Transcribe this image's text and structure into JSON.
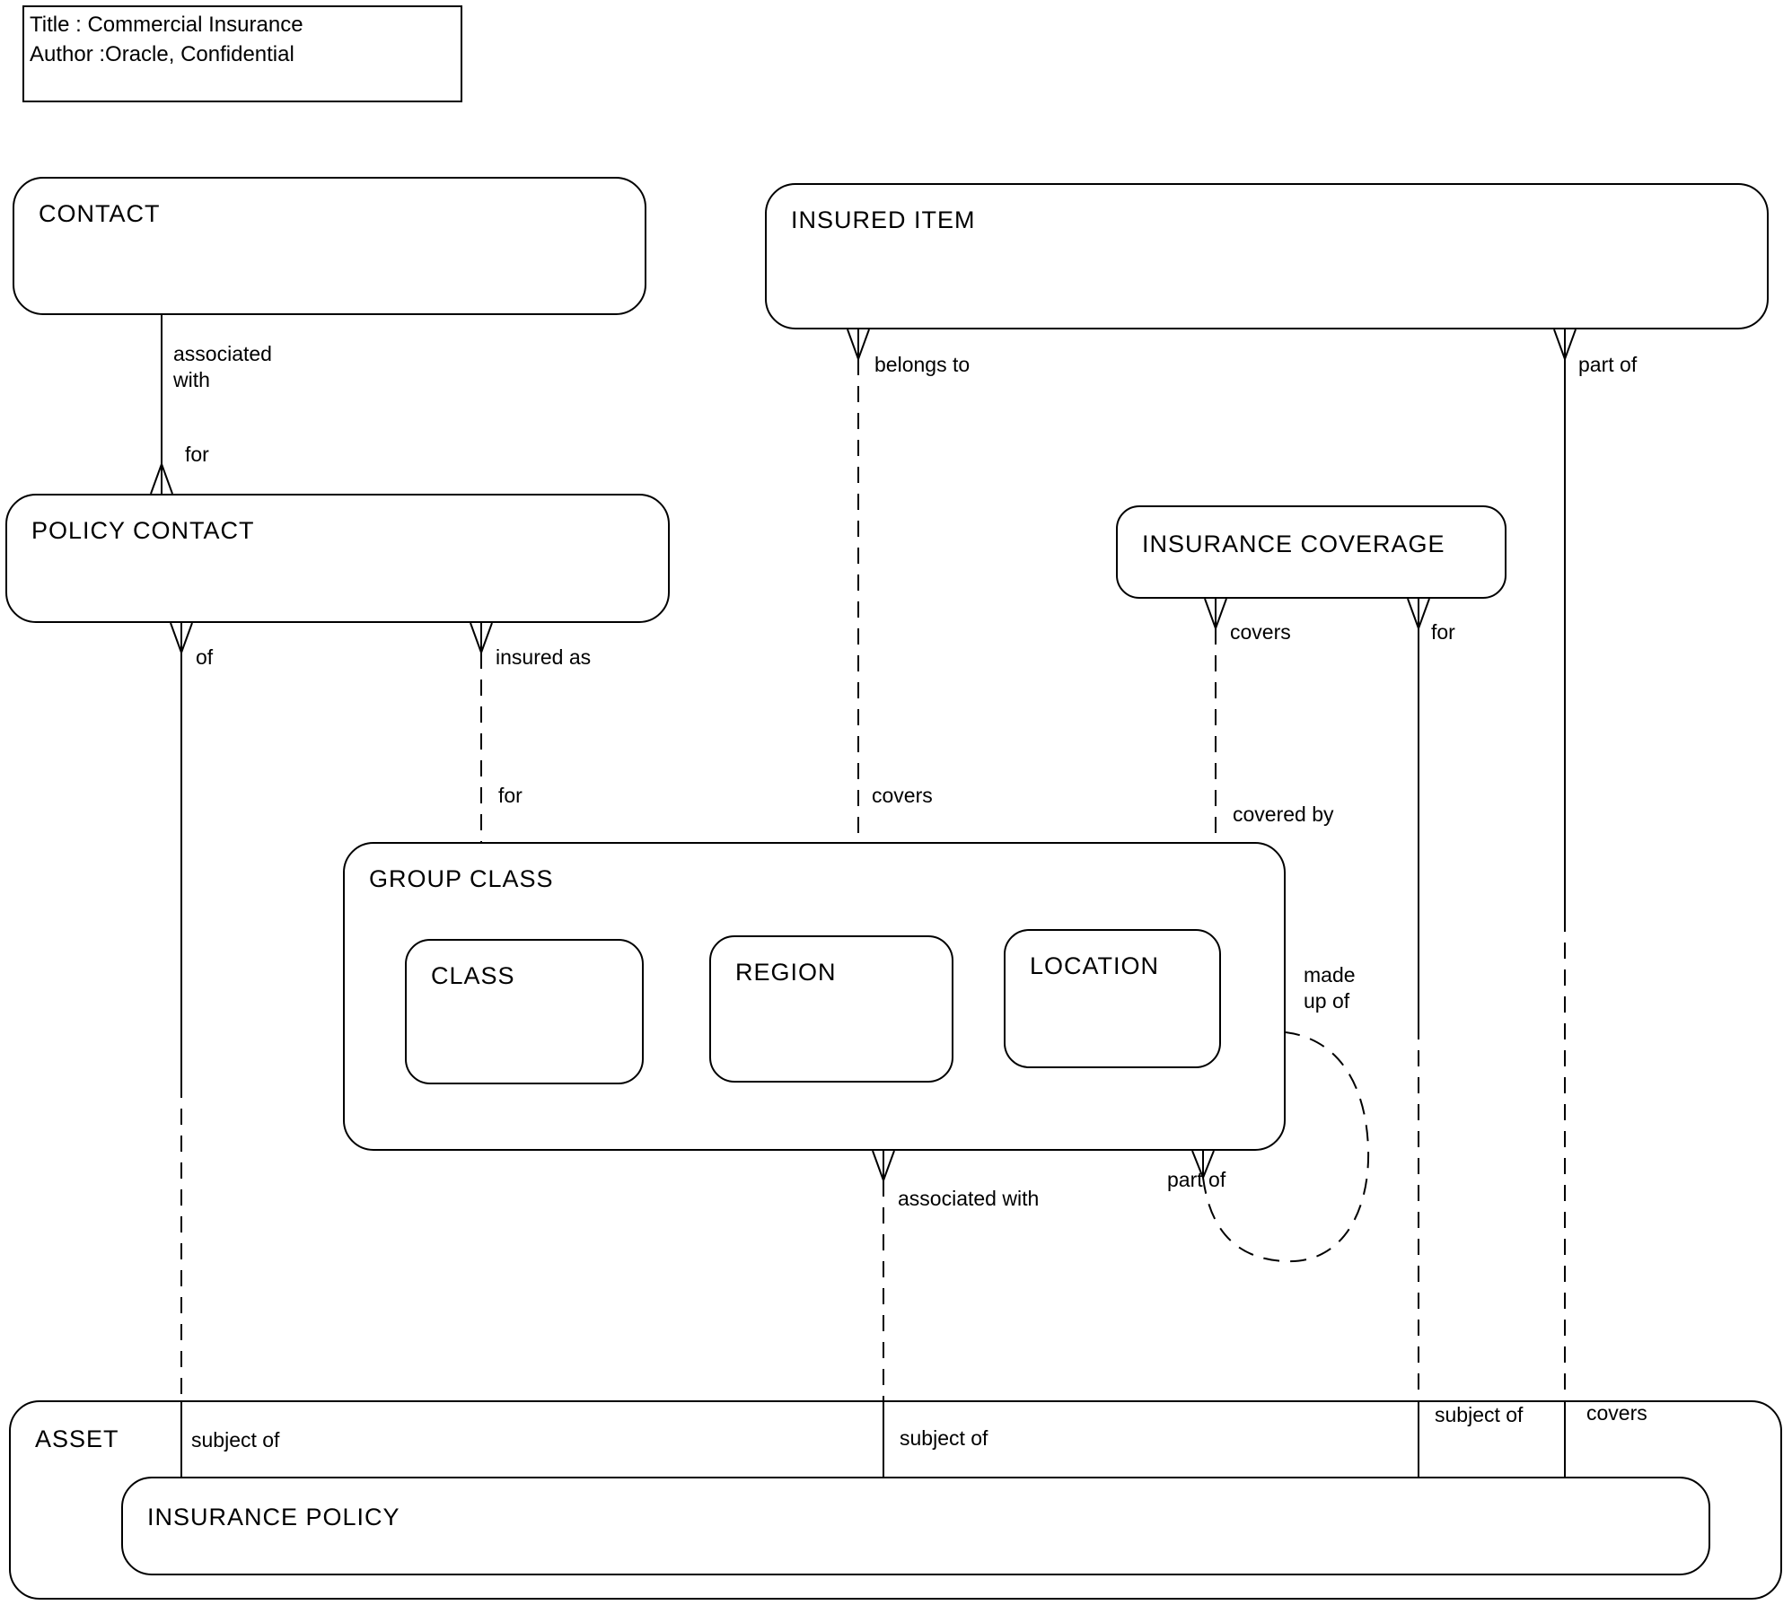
{
  "page": {
    "background": "#ffffff",
    "line_color": "#000000"
  },
  "title_block": {
    "title_line": "Title : Commercial Insurance",
    "author_line": "Author :Oracle, Confidential"
  },
  "entities": {
    "contact": {
      "label": "CONTACT"
    },
    "insured_item": {
      "label": "INSURED ITEM"
    },
    "policy_contact": {
      "label": "POLICY CONTACT"
    },
    "insurance_coverage": {
      "label": "INSURANCE COVERAGE"
    },
    "group_class": {
      "label": "GROUP CLASS"
    },
    "class": {
      "label": "CLASS"
    },
    "region": {
      "label": "REGION"
    },
    "location": {
      "label": "LOCATION"
    },
    "asset": {
      "label": "ASSET"
    },
    "insurance_policy": {
      "label": "INSURANCE POLICY"
    }
  },
  "relationships": [
    {
      "id": "contact-policy_contact",
      "from": "CONTACT",
      "to": "POLICY CONTACT",
      "from_label": "associated with",
      "to_label": "for"
    },
    {
      "id": "policy_contact-insurance_policy",
      "from": "POLICY CONTACT",
      "to": "INSURANCE POLICY",
      "from_label": "of",
      "to_label": "subject of"
    },
    {
      "id": "policy_contact-group_class",
      "from": "POLICY CONTACT",
      "to": "GROUP CLASS",
      "from_label": "insured as",
      "to_label": "for"
    },
    {
      "id": "insured_item-group_class",
      "from": "INSURED ITEM",
      "to": "GROUP CLASS",
      "from_label": "belongs to",
      "to_label": "covers"
    },
    {
      "id": "insurance_coverage-group_class",
      "from": "INSURANCE COVERAGE",
      "to": "GROUP CLASS",
      "from_label": "covers",
      "to_label": "covered by"
    },
    {
      "id": "insurance_coverage-insurance_policy",
      "from": "INSURANCE COVERAGE",
      "to": "INSURANCE POLICY",
      "from_label": "for",
      "to_label": "subject of"
    },
    {
      "id": "insured_item-insurance_policy",
      "from": "INSURED ITEM",
      "to": "INSURANCE POLICY",
      "from_label": "part of",
      "to_label": "covers"
    },
    {
      "id": "group_class-insurance_policy",
      "from": "GROUP CLASS",
      "to": "INSURANCE POLICY",
      "from_label": "associated with",
      "to_label": "subject of"
    },
    {
      "id": "group_class-group_class",
      "from": "GROUP CLASS",
      "to": "GROUP CLASS",
      "from_label": "part of",
      "to_label": "made up of"
    }
  ]
}
